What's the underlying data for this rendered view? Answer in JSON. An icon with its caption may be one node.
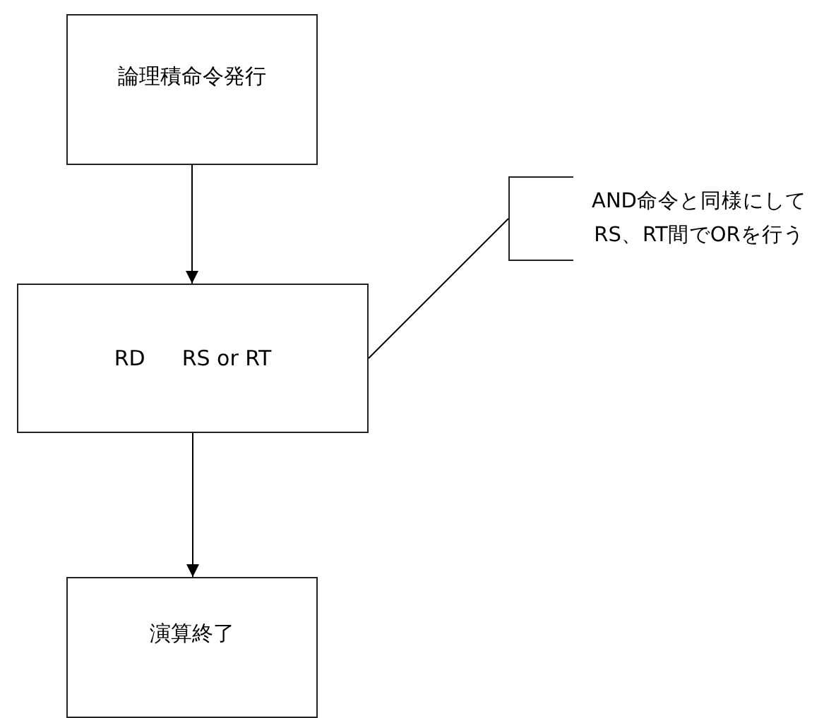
{
  "diagram": {
    "nodes": [
      {
        "text": [
          "論理積命令発行"
        ]
      },
      {
        "text": [
          "RD",
          "RS or RT"
        ]
      },
      {
        "text": [
          "演算終了"
        ]
      },
      {
        "text": [
          "AND命令と同様にして RS、RT間でORを行う"
        ]
      }
    ],
    "edges": [
      {
        "from": 0,
        "to": 1,
        "arrow": "to"
      },
      {
        "from": 1,
        "to": 2,
        "arrow": "to"
      },
      {
        "from": 3,
        "to": 1,
        "arrow": "none"
      }
    ]
  }
}
